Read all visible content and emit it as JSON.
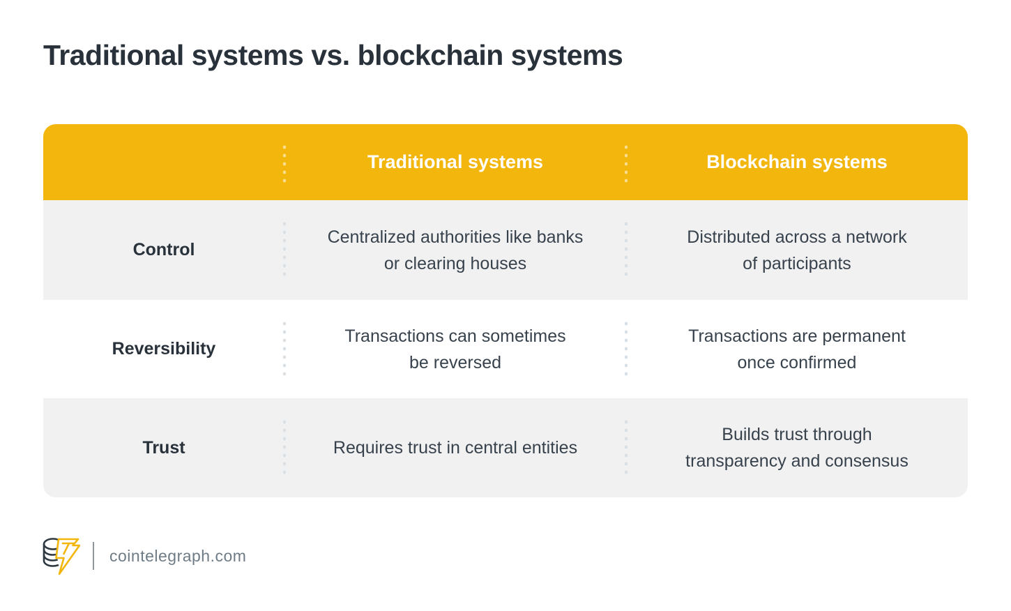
{
  "page": {
    "title": "Traditional systems vs. blockchain systems"
  },
  "table": {
    "header": {
      "col_traditional": "Traditional systems",
      "col_blockchain": "Blockchain systems"
    },
    "rows": [
      {
        "label": "Control",
        "traditional": "Centralized authorities like banks\nor clearing houses",
        "blockchain": "Distributed across a network\nof participants"
      },
      {
        "label": "Reversibility",
        "traditional": "Transactions can sometimes\nbe reversed",
        "blockchain": "Transactions are permanent\nonce confirmed"
      },
      {
        "label": "Trust",
        "traditional": "Requires trust in central entities",
        "blockchain": "Builds trust through\ntransparency and consensus"
      }
    ]
  },
  "footer": {
    "source": "cointelegraph.com",
    "logo": "cointelegraph-logo"
  },
  "chart_data": {
    "type": "table",
    "title": "Traditional systems vs. blockchain systems",
    "columns": [
      "",
      "Traditional systems",
      "Blockchain systems"
    ],
    "rows": [
      [
        "Control",
        "Centralized authorities like banks or clearing houses",
        "Distributed across a network of participants"
      ],
      [
        "Reversibility",
        "Transactions can sometimes be reversed",
        "Transactions are permanent once confirmed"
      ],
      [
        "Trust",
        "Requires trust in central entities",
        "Builds trust through transparency and consensus"
      ]
    ]
  },
  "colors": {
    "header_bg": "#F2B60D",
    "row_alt_bg": "#F1F1F2",
    "row_bg": "#FFFFFF",
    "title_text": "#29323B",
    "body_text": "#38424C",
    "header_text": "#FFFFFF",
    "body_dots": "#D8E0E6",
    "footer_text": "#6F7C86"
  }
}
